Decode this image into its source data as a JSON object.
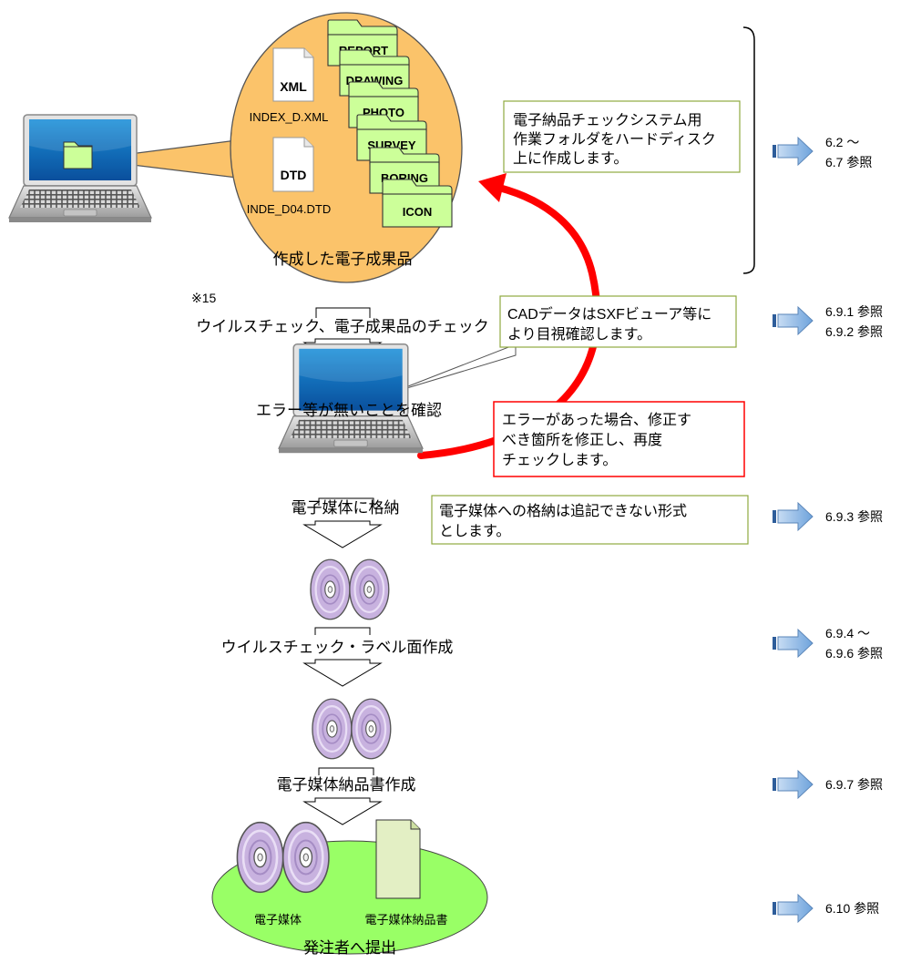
{
  "colors": {
    "bubble_fill": "#fbc36a",
    "folder_fill": "#ccff99",
    "arrow_red": "#ff0000",
    "ref_arrow": "#7fb0e4",
    "note_border": "#8fa93f",
    "error_border": "#ff0000",
    "disc_fill": "#c9b3e0",
    "oval_fill": "#99ff66",
    "page_fill": "#e3efc4"
  },
  "bubble": {
    "folders": [
      "REPORT",
      "DRAWING",
      "PHOTO",
      "SURVEY",
      "BORING",
      "ICON"
    ],
    "xml_doc": {
      "icon_label": "XML",
      "file_name": "INDEX_D.XML"
    },
    "dtd_doc": {
      "icon_label": "DTD",
      "file_name": "INDE_D04.DTD"
    },
    "caption": "作成した電子成果品"
  },
  "notes": {
    "work_folder": [
      "電子納品チェックシステム用",
      "作業フォルダをハードディスク",
      "上に作成します。"
    ],
    "cad": [
      "CADデータはSXFビューア等に",
      "より目視確認します。"
    ],
    "error": [
      "エラーがあった場合、修正す",
      "べき箇所を修正し、再度",
      "チェックします。"
    ],
    "media": [
      "電子媒体への格納は追記できない形式",
      "とします。"
    ]
  },
  "steps": {
    "footnote": "※15",
    "check": "ウイルスチェック、電子成果品のチェック",
    "confirm": "エラー等が無いことを確認",
    "store": "電子媒体に格納",
    "label": "ウイルスチェック・ラベル面作成",
    "delivery_doc": "電子媒体納品書作成"
  },
  "refs": [
    [
      "6.2 ～",
      "6.7 参照"
    ],
    [
      "6.9.1 参照",
      "6.9.2 参照"
    ],
    [
      "6.9.3 参照"
    ],
    [
      "6.9.4 ～",
      "6.9.6 参照"
    ],
    [
      "6.9.7 参照"
    ],
    [
      "6.10 参照"
    ]
  ],
  "bottom": {
    "media_label": "電子媒体",
    "doc_label": "電子媒体納品書",
    "submit": "発注者へ提出"
  }
}
